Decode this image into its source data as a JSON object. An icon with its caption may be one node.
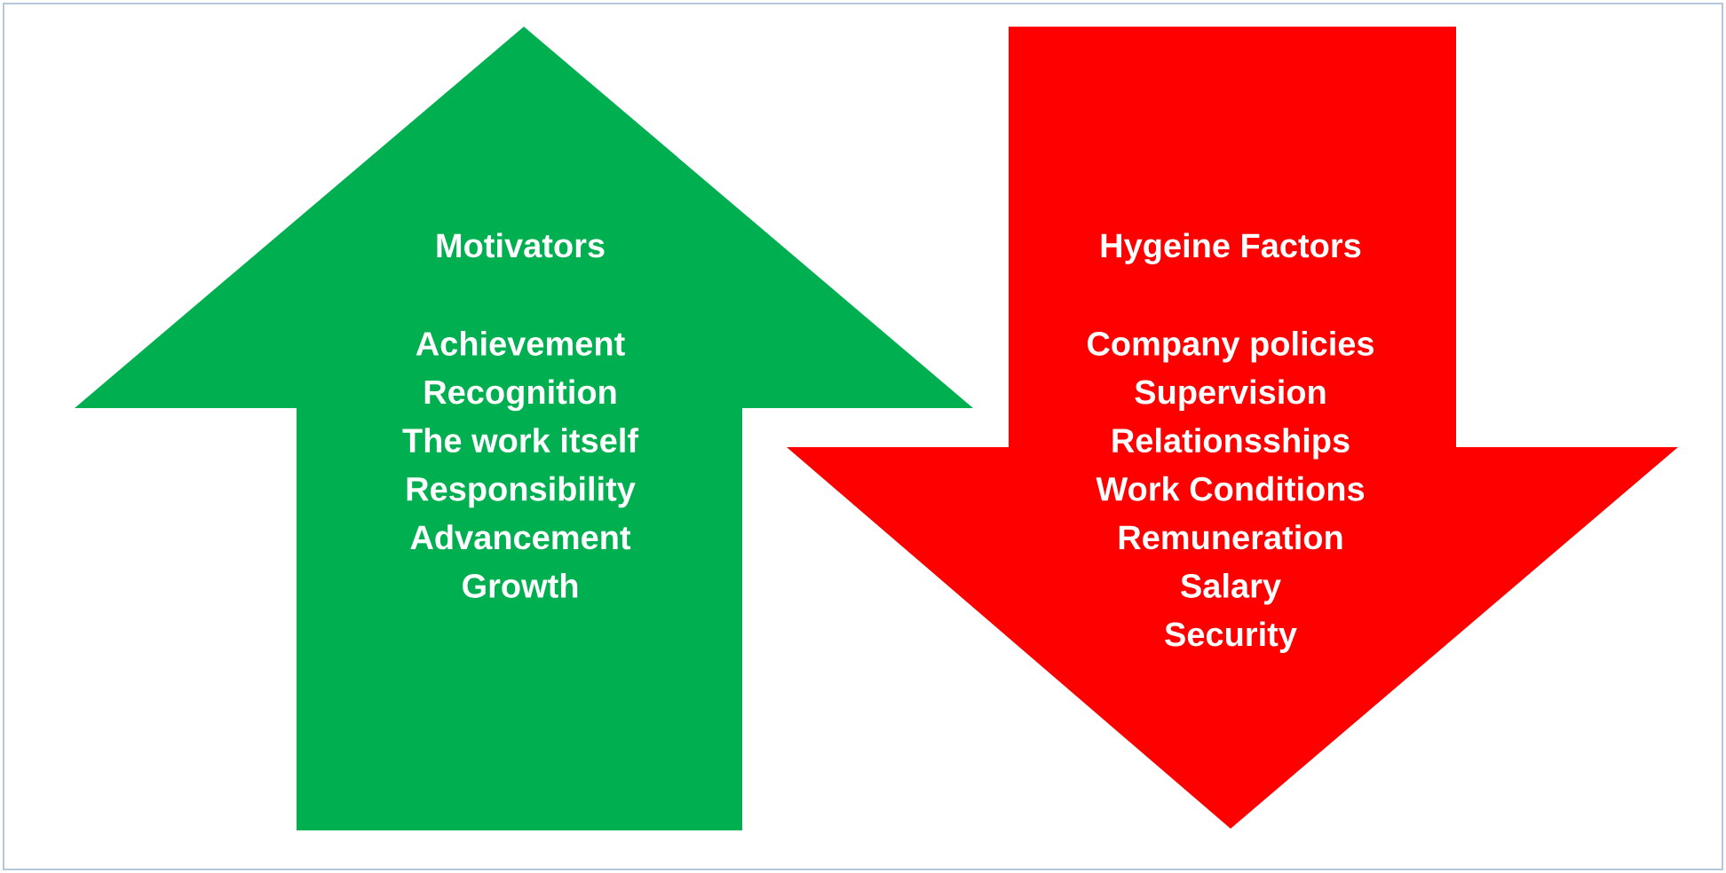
{
  "diagram": {
    "nodes": [
      {
        "text": [
          "Motivators",
          "Achievement",
          "Recognition",
          "The work itself",
          "Responsibility",
          "Advancement",
          "Growth"
        ]
      },
      {
        "text": [
          "Hygeine Factors",
          "Company policies",
          "Supervision",
          "Relationsships",
          "Work Conditions",
          "Remuneration",
          "Salary",
          "Security"
        ]
      }
    ]
  }
}
